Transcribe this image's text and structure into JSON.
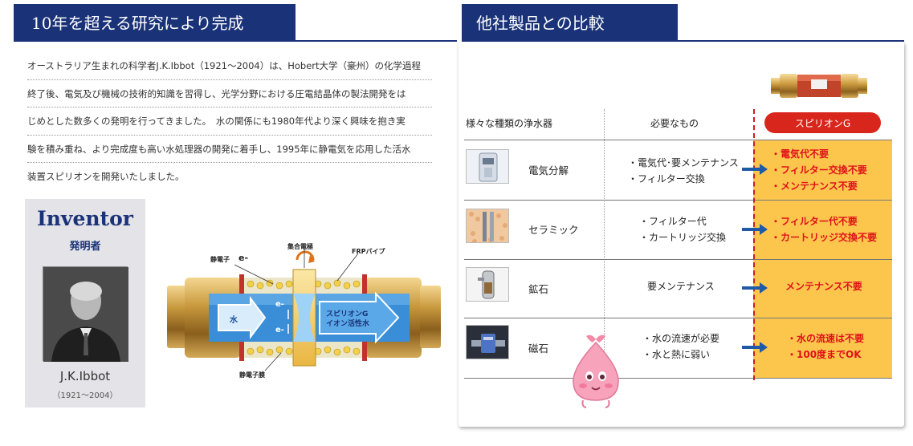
{
  "left": {
    "tab_title": "10年を超える研究により完成",
    "story_lines": [
      "オーストラリア生まれの科学者J.K.Ibbot（1921〜2004）は、Hobert大学（豪州）の化学過程",
      "終了後、電気及び機械の技術的知識を習得し、光学分野における圧電結晶体の製法開発をは",
      "じめとした数多くの発明を行ってきました。　水の関係にも1980年代より深く興味を抱き実",
      "験を積み重ね、より完成度も高い水処理器の開発に着手し、1995年に静電気を応用した活水",
      "装置スピリオンを開発いたしました。"
    ],
    "inventor": {
      "title": "Inventor",
      "subtitle": "発明者",
      "name": "J.K.Ibbot",
      "years": "（1921〜2004）"
    },
    "diagram": {
      "label_static_electron": "静電子",
      "label_electron": "e-",
      "label_electrode": "集合電極",
      "label_frp": "FRPパイプ",
      "label_membrane": "静電子膜",
      "label_water": "水",
      "label_e1": "e-",
      "label_e2": "e-",
      "label_output_1": "スピリオンG",
      "label_output_2": "イオン活性水"
    }
  },
  "right": {
    "tab_title": "他社製品との比較",
    "headers": {
      "col1": "様々な種類の浄水器",
      "col2": "必要なもの",
      "col3": "スピリオンG"
    },
    "rows": [
      {
        "name": "電気分解",
        "needs": [
          "・電気代･要メンテナンス",
          "・フィルター交換"
        ],
        "spg": [
          "・電気代不要",
          "・フィルター交換不要",
          "・メンテナンス不要"
        ]
      },
      {
        "name": "セラミック",
        "needs": [
          "・フィルター代",
          "・カートリッジ交換"
        ],
        "spg": [
          "・フィルター代不要",
          "・カートリッジ交換不要"
        ]
      },
      {
        "name": "鉱石",
        "needs": [
          "要メンテナンス"
        ],
        "spg": [
          "メンテナンス不要"
        ]
      },
      {
        "name": "磁石",
        "needs": [
          "・水の流速が必要",
          "・水と熱に弱い"
        ],
        "spg": [
          "・水の流速は不要",
          "・100度までOK"
        ]
      }
    ]
  },
  "colors": {
    "navy": "#1a3278",
    "red": "#d9261c",
    "highlight": "#fcc64d",
    "arrow_blue": "#1f5aa8"
  }
}
